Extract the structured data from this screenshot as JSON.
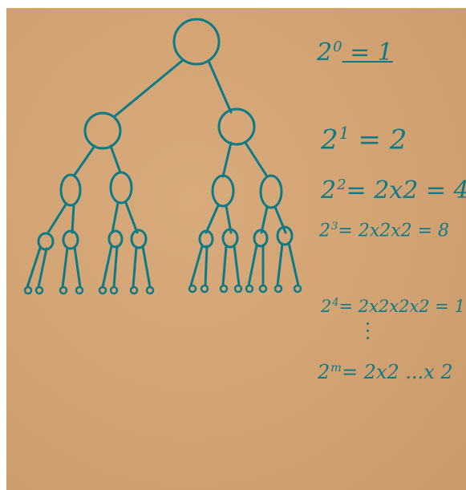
{
  "equations": [
    {
      "base": "2",
      "exp": "0",
      "rhs": " = 1"
    },
    {
      "base": "2",
      "exp": "1",
      "rhs": " = 2"
    },
    {
      "base": "2",
      "exp": "2",
      "rhs": "= 2x2 = 4"
    },
    {
      "base": "2",
      "exp": "3",
      "rhs": "= 2x2x2 = 8"
    },
    {
      "base": "2",
      "exp": "4",
      "rhs": "= 2x2x2x2 = 1"
    },
    {
      "base": "2",
      "exp": "m",
      "rhs": "= 2x2 ...x 2"
    }
  ],
  "colors": {
    "ink": "#0e7a86",
    "paper": "#d2a272"
  }
}
